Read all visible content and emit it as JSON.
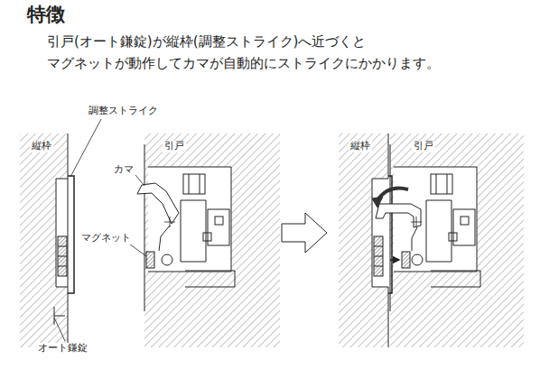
{
  "diagram": {
    "title": "特徴",
    "labels": [
      "引戸(オート鎌錠)が縦枠(調整ストライク)へ近づくと",
      "マグネットが動作してカマが自動的にストライクにかかります。",
      "調整ストライク",
      "縦枠",
      "引戸",
      "カマ",
      "マグネット",
      "オート鎌錠",
      "縦枠",
      "引戸"
    ]
  }
}
